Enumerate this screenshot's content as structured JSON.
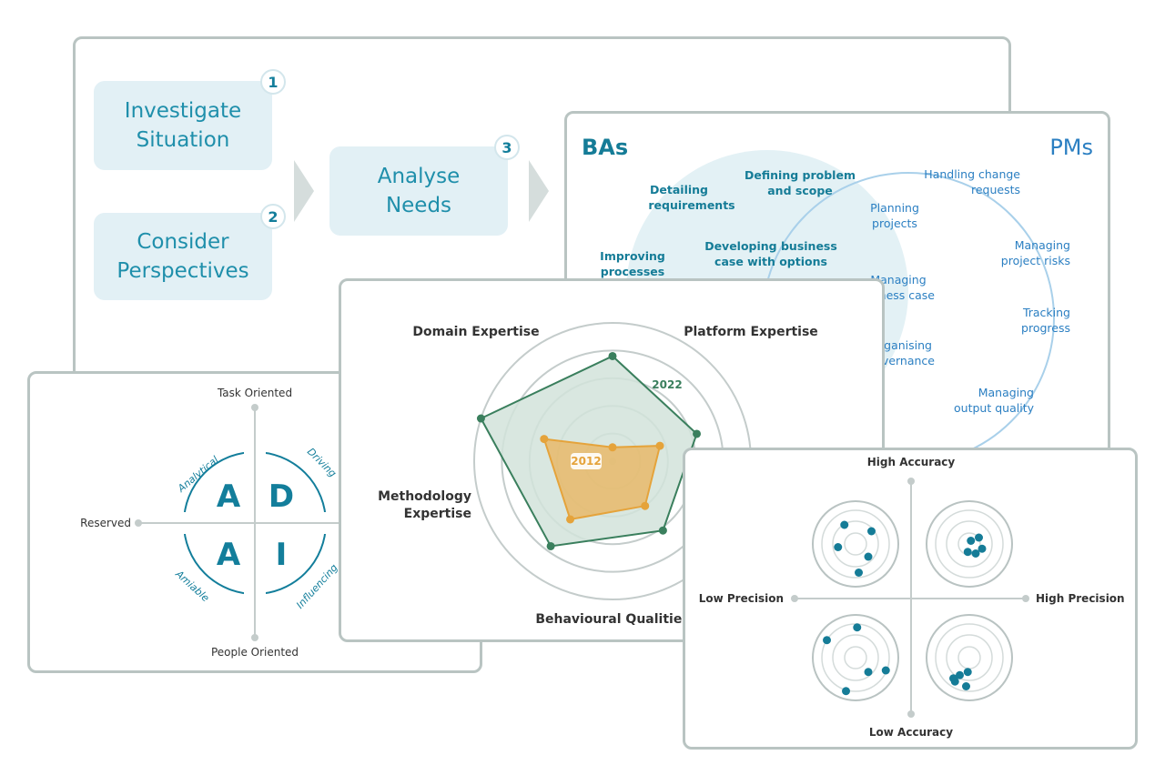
{
  "process": {
    "steps": [
      {
        "line1": "Investigate",
        "line2": "Situation",
        "number": "1"
      },
      {
        "line1": "Consider",
        "line2": "Perspectives",
        "number": "2"
      },
      {
        "line1": "Analyse",
        "line2": "Needs",
        "number": "3"
      }
    ]
  },
  "venn": {
    "left_title": "BAs",
    "right_title": "PMs",
    "ba_items": [
      {
        "line1": "Detailing",
        "line2": "requirements"
      },
      {
        "line1": "Defining problem",
        "line2": "and scope"
      },
      {
        "line1": "Improving",
        "line2": "processes"
      },
      {
        "line1": "Developing business",
        "line2": "case with options"
      }
    ],
    "pm_items": [
      {
        "line1": "Handling change",
        "line2": "requests"
      },
      {
        "line1": "Planning",
        "line2": "projects"
      },
      {
        "line1": "Managing",
        "line2": "project risks"
      },
      {
        "line1": "Managing",
        "line2": "ness case"
      },
      {
        "line1": "Tracking",
        "line2": "progress"
      },
      {
        "line1": "ganising",
        "line2": "vernance"
      },
      {
        "line1": "Managing",
        "line2": "output quality"
      }
    ],
    "colors": {
      "ba_fill": "#e3f1f5",
      "pm_stroke": "#a9d0ea",
      "ba_text": "#157c97",
      "pm_text": "#2b7fc2"
    }
  },
  "adai": {
    "axes": {
      "top": "Task Oriented",
      "bottom": "People Oriented",
      "left": "Reserved"
    },
    "quadrant_letters": [
      "A",
      "D",
      "A",
      "I"
    ],
    "arc_labels": [
      "Analytical",
      "Driving",
      "Amiable",
      "Influencing"
    ],
    "colors": {
      "accent": "#137e9b",
      "axis": "#c4cccb"
    }
  },
  "chart_data": [
    {
      "type": "radar",
      "title": "",
      "axes": [
        "Domain Expertise",
        "Platform Expertise",
        "Methodology Expertise",
        "Behavioural Qualities"
      ],
      "axis_label_lines": [
        [
          "Domain Expertise"
        ],
        [
          "Platform Expertise"
        ],
        [
          "Methodology",
          "Expertise"
        ],
        [
          "Behavioural Qualities"
        ]
      ],
      "radar_axes_order": [
        "Domain Expertise",
        "Platform Expertise",
        "(unlabelled)",
        "Behavioural Qualities",
        "Methodology Expertise"
      ],
      "rmax": 5,
      "rings": [
        1,
        2,
        3,
        4,
        5
      ],
      "series": [
        {
          "name": "2022",
          "values": [
            5,
            3.8,
            3.2,
            3.1,
            3.8
          ],
          "color": "#3a7f5d",
          "fill": "#d2e3da"
        },
        {
          "name": "2012",
          "values": [
            2.6,
            0.5,
            1.8,
            2.0,
            2.6
          ],
          "color": "#e5a33b",
          "fill": "#e7b96a"
        }
      ]
    },
    {
      "type": "scatter",
      "title": "",
      "axes": {
        "top": "High Accuracy",
        "bottom": "Low Accuracy",
        "left": "Low Precision",
        "right": "High Precision"
      },
      "targets": [
        {
          "quadrant": "low-precision-high-accuracy",
          "points": [
            [
              -0.35,
              -0.6
            ],
            [
              0.5,
              -0.4
            ],
            [
              0.1,
              0.9
            ],
            [
              -0.55,
              0.1
            ],
            [
              0.4,
              0.4
            ]
          ]
        },
        {
          "quadrant": "high-precision-high-accuracy",
          "points": [
            [
              0.05,
              -0.1
            ],
            [
              0.3,
              -0.2
            ],
            [
              0.4,
              0.15
            ],
            [
              -0.05,
              0.25
            ],
            [
              0.2,
              0.3
            ]
          ]
        },
        {
          "quadrant": "low-precision-low-accuracy",
          "points": [
            [
              0.05,
              -0.95
            ],
            [
              -0.9,
              -0.55
            ],
            [
              0.95,
              0.4
            ],
            [
              -0.3,
              1.05
            ],
            [
              0.4,
              0.45
            ]
          ]
        },
        {
          "quadrant": "high-precision-low-accuracy",
          "points": [
            [
              -0.3,
              0.55
            ],
            [
              -0.05,
              0.45
            ],
            [
              -0.45,
              0.75
            ],
            [
              -0.1,
              0.9
            ],
            [
              -0.5,
              0.65
            ]
          ]
        }
      ],
      "colors": {
        "point": "#157c97",
        "ring": "#b9c3c2",
        "axis": "#c4cccb"
      }
    }
  ]
}
